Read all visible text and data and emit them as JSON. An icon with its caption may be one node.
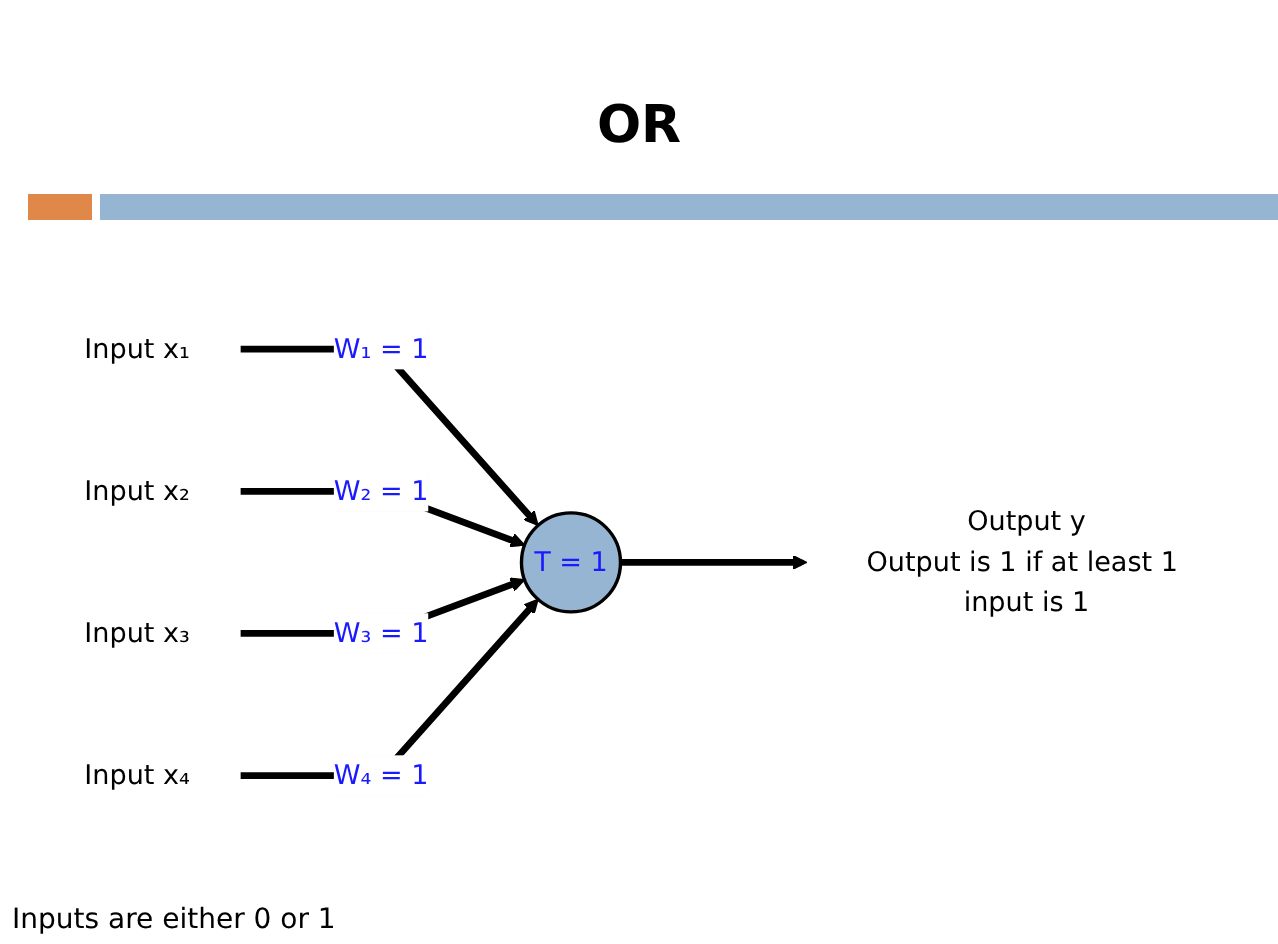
{
  "diagram": {
    "title": "OR",
    "nodes": [
      {
        "text": [
          "Input x₁"
        ]
      },
      {
        "text": [
          "Input x₂"
        ]
      },
      {
        "text": [
          "Input x₃"
        ]
      },
      {
        "text": [
          "Input x₄"
        ]
      },
      {
        "text": [
          "T = 1"
        ]
      },
      {
        "text": [
          "Output y"
        ],
        "beside": [
          "Output is 1 if at least 1 input is 1"
        ]
      }
    ],
    "edges": [
      {
        "from": 0,
        "to": 4,
        "arrow": "to",
        "label": "W₁ = 1"
      },
      {
        "from": 1,
        "to": 4,
        "arrow": "to",
        "label": "W₂ = 1"
      },
      {
        "from": 2,
        "to": 4,
        "arrow": "to",
        "label": "W₃ = 1"
      },
      {
        "from": 3,
        "to": 4,
        "arrow": "to",
        "label": "W₄ = 1"
      },
      {
        "from": 4,
        "to": 5,
        "arrow": "to"
      }
    ],
    "labels": [
      "Inputs are either 0 or 1"
    ]
  }
}
